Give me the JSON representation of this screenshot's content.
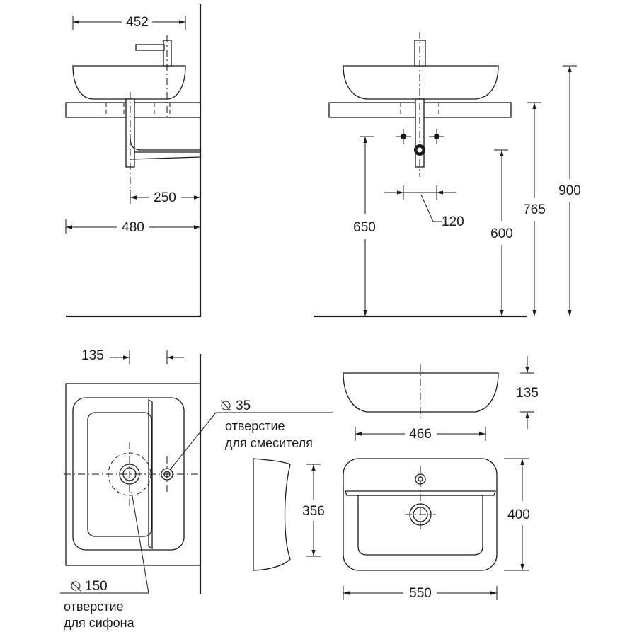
{
  "dimensions": {
    "top_width": "452",
    "drain_offset": "250",
    "depth": "480",
    "height_650": "650",
    "height_600": "600",
    "height_765": "765",
    "height_900": "900",
    "mount_spacing": "120",
    "plan_offset": "135",
    "bowl_height": "135",
    "bowl_width": "466",
    "side_depth": "356",
    "overall_depth": "400",
    "overall_width": "550"
  },
  "notes": {
    "mixer_diameter": "35",
    "mixer_line1": "отверстие",
    "mixer_line2": "для смесителя",
    "siphon_diameter": "150",
    "siphon_line1": "отверстие",
    "siphon_line2": "для сифона"
  },
  "icons": {
    "diameter": "diameter-icon"
  }
}
